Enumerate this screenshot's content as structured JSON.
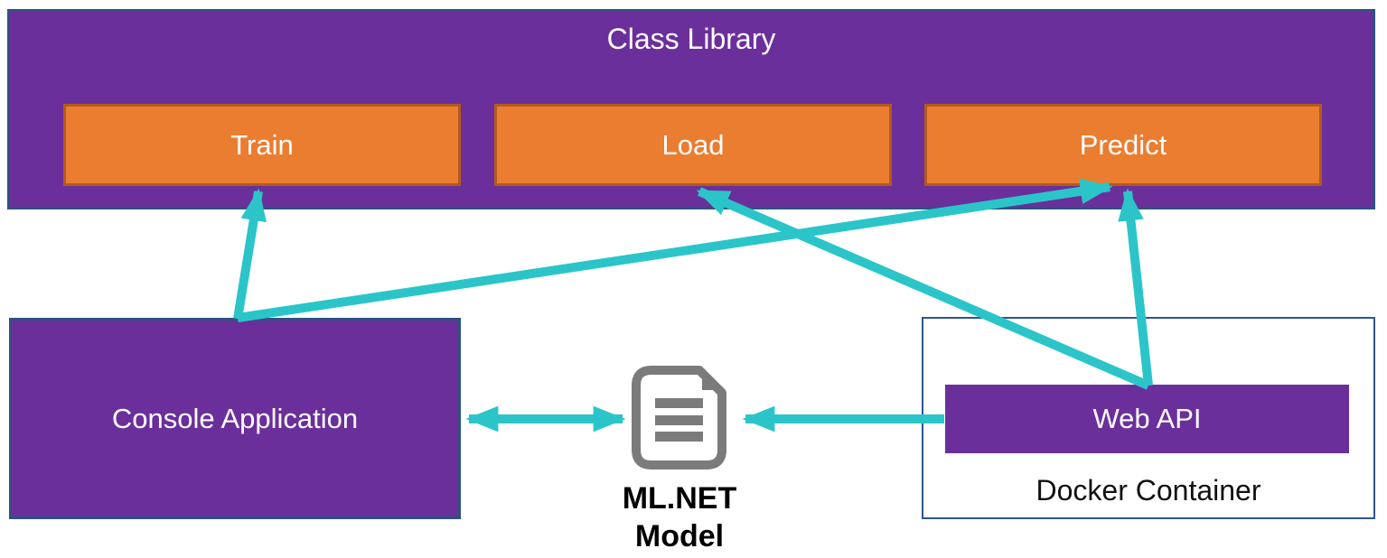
{
  "diagram": {
    "class_library": {
      "label": "Class Library"
    },
    "functions": [
      {
        "label": "Train"
      },
      {
        "label": "Load"
      },
      {
        "label": "Predict"
      }
    ],
    "console_app": {
      "label": "Console Application"
    },
    "model": {
      "label_line1": "ML.NET",
      "label_line2": "Model"
    },
    "docker": {
      "label": "Docker Container",
      "web_api": {
        "label": "Web API"
      }
    },
    "colors": {
      "purple": "#6B2F9B",
      "orange": "#EB7D30",
      "orange_border": "#B25A1D",
      "teal": "#2BC5C9",
      "box_border": "#2E527F",
      "docker_border": "#2F5493",
      "icon_gray": "#7B7B7B"
    }
  }
}
